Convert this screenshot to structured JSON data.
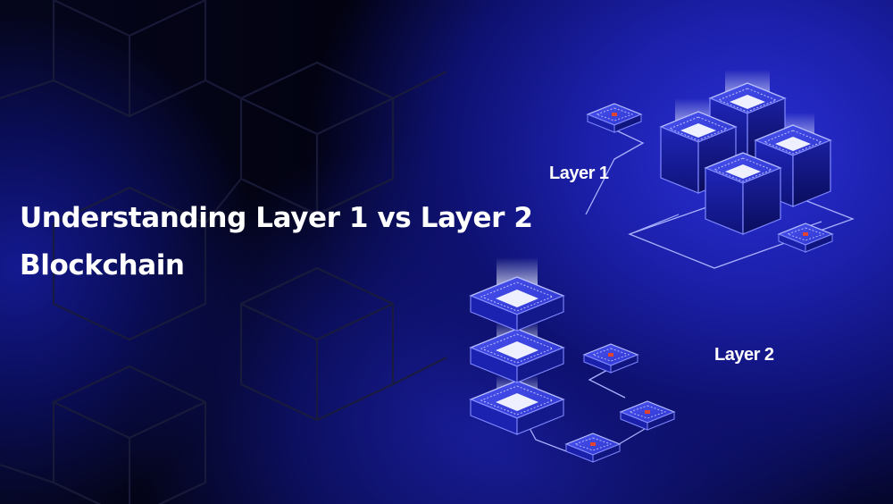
{
  "headline": {
    "line1": "Understanding Layer 1 vs Layer 2",
    "line2": "Blockchain"
  },
  "diagram": {
    "layer1_label": "Layer 1",
    "layer2_label": "Layer 2"
  },
  "colors": {
    "background": "#03030f",
    "accent_blue": "#2f3bd9",
    "text": "#ffffff",
    "node_dot": "#e0432f"
  }
}
